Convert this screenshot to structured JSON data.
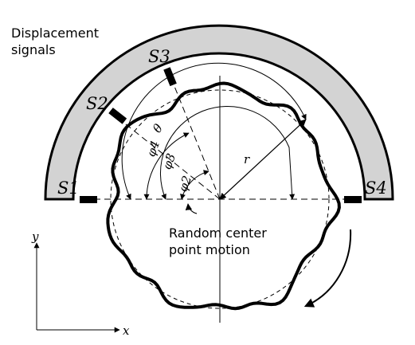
{
  "labels": {
    "displacement_line1": "Displacement",
    "displacement_line2": "signals",
    "random_line1": "Random center",
    "random_line2": "point motion"
  },
  "sensors": [
    "S1",
    "S2",
    "S3",
    "S4"
  ],
  "angles": {
    "theta": "θ",
    "phi2": "φ2",
    "phi3": "φ3",
    "phi4": "φ4"
  },
  "radius_label": "r",
  "axes": {
    "x": "x",
    "y": "y"
  },
  "colors": {
    "housing_fill": "#d3d3d3",
    "stroke": "#000000"
  }
}
